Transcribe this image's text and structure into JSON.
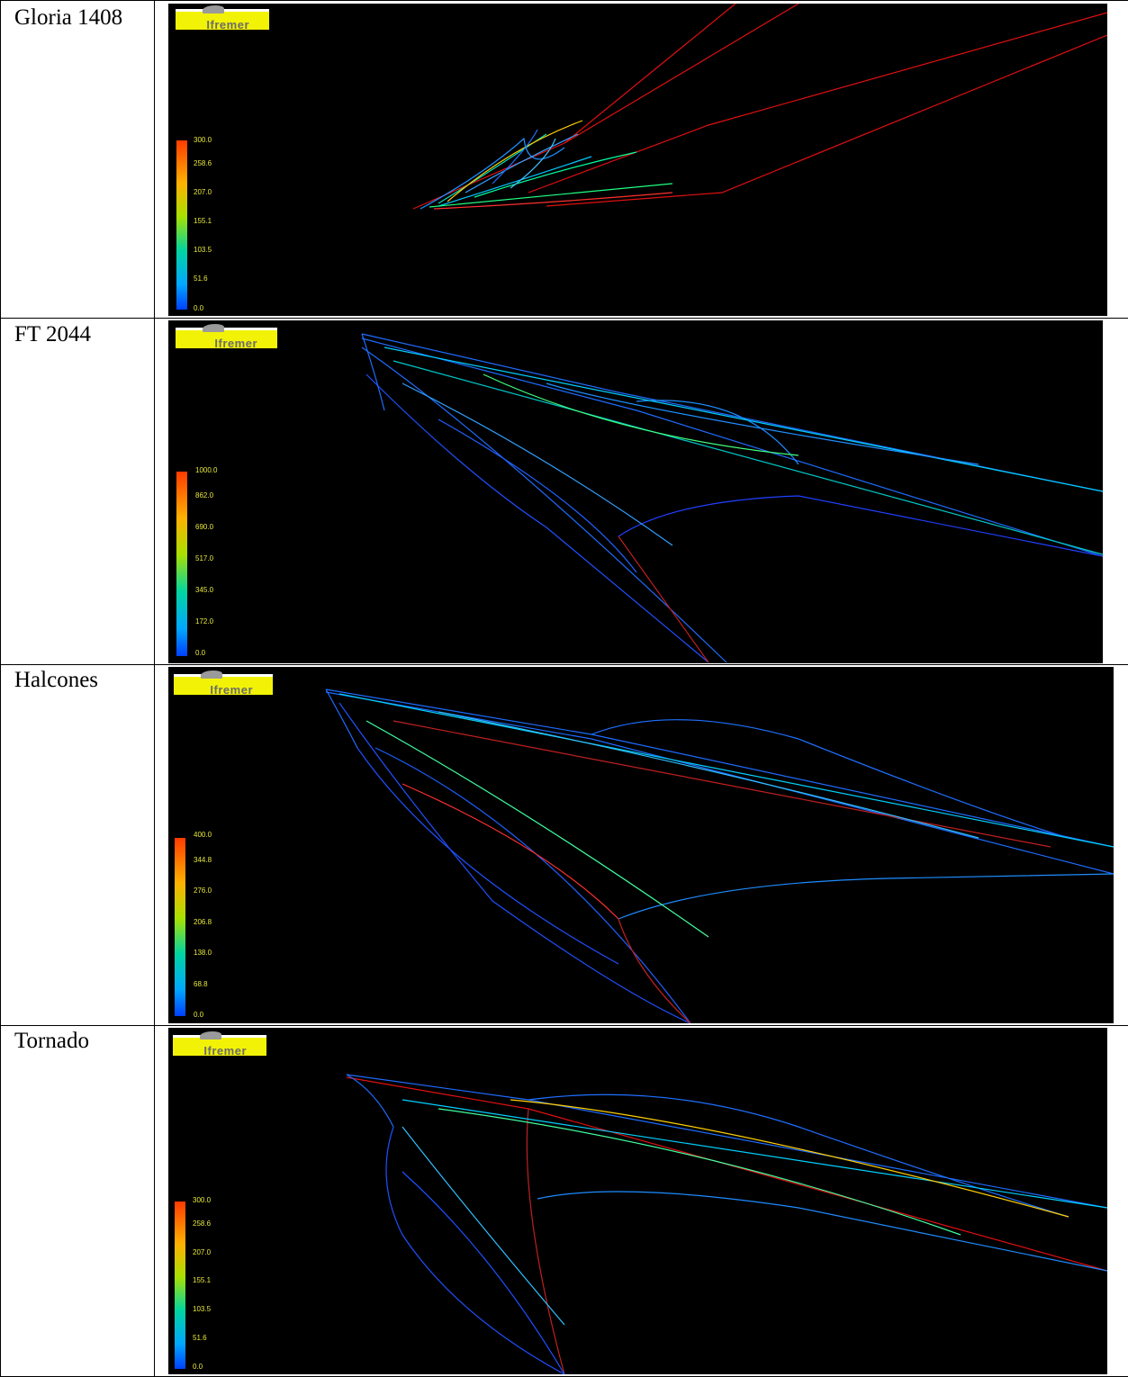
{
  "rows": [
    {
      "label": "Gloria 1408",
      "logo": "Ifremer",
      "scale": [
        "300.0",
        "258.6",
        "207.0",
        "155.1",
        "103.5",
        "51.6",
        "0.0"
      ]
    },
    {
      "label": "FT 2044",
      "logo": "Ifremer",
      "scale": [
        "1000.0",
        "862.0",
        "690.0",
        "517.0",
        "345.0",
        "172.0",
        "0.0"
      ]
    },
    {
      "label": "Halcones",
      "logo": "Ifremer",
      "scale": [
        "400.0",
        "344.8",
        "276.0",
        "206.8",
        "138.0",
        "68.8",
        "0.0"
      ]
    },
    {
      "label": "Tornado",
      "logo": "Ifremer",
      "scale": [
        "300.0",
        "258.6",
        "207.0",
        "155.1",
        "103.5",
        "51.6",
        "0.0"
      ]
    }
  ],
  "colors": {
    "scale_top": "#ff3b00",
    "scale_mid": "#c8e200",
    "scale_low": "#00d5d0",
    "scale_bottom": "#0040ff",
    "tick_text": "#e8e83a"
  }
}
